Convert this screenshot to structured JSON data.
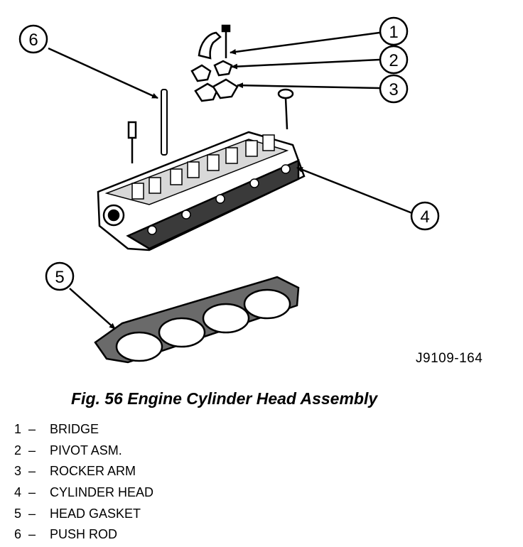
{
  "figure": {
    "code": "J9109-164",
    "caption": "Fig. 56 Engine Cylinder Head Assembly"
  },
  "callouts": [
    "1",
    "2",
    "3",
    "4",
    "5",
    "6"
  ],
  "legend": [
    {
      "num": "1",
      "sep": "–",
      "label": "BRIDGE"
    },
    {
      "num": "2",
      "sep": "–",
      "label": "PIVOT ASM."
    },
    {
      "num": "3",
      "sep": "–",
      "label": "ROCKER ARM"
    },
    {
      "num": "4",
      "sep": "–",
      "label": "CYLINDER HEAD"
    },
    {
      "num": "5",
      "sep": "–",
      "label": "HEAD GASKET"
    },
    {
      "num": "6",
      "sep": "–",
      "label": "PUSH ROD"
    }
  ]
}
